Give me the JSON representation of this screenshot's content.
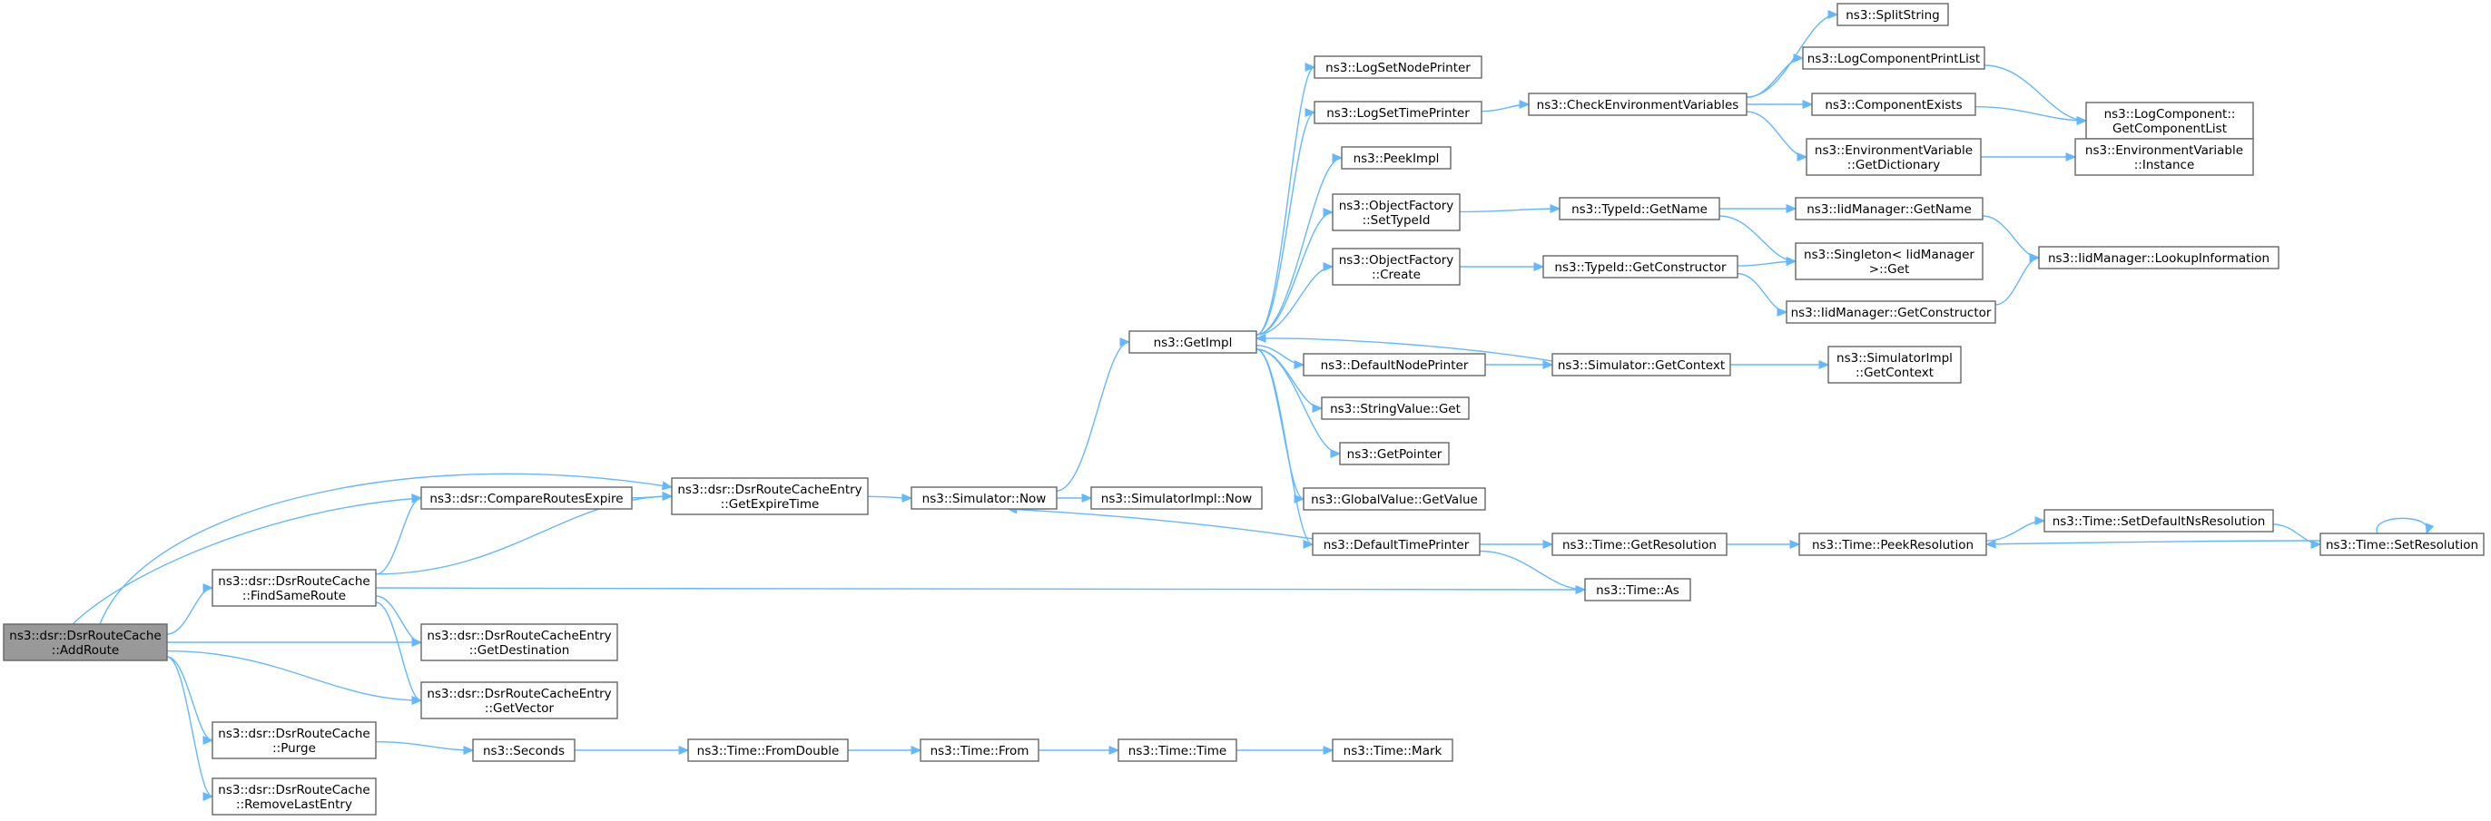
{
  "nodes": {
    "addroute": {
      "lines": [
        "ns3::dsr::DsrRouteCache",
        "::AddRoute"
      ],
      "root": true
    },
    "findsame": {
      "lines": [
        "ns3::dsr::DsrRouteCache",
        "::FindSameRoute"
      ]
    },
    "purge": {
      "lines": [
        "ns3::dsr::DsrRouteCache",
        "::Purge"
      ]
    },
    "removelast": {
      "lines": [
        "ns3::dsr::DsrRouteCache",
        "::RemoveLastEntry"
      ]
    },
    "compareexp": {
      "lines": [
        "ns3::dsr::CompareRoutesExpire"
      ]
    },
    "getexpire": {
      "lines": [
        "ns3::dsr::DsrRouteCacheEntry",
        "::GetExpireTime"
      ]
    },
    "getdest": {
      "lines": [
        "ns3::dsr::DsrRouteCacheEntry",
        "::GetDestination"
      ]
    },
    "getvector": {
      "lines": [
        "ns3::dsr::DsrRouteCacheEntry",
        "::GetVector"
      ]
    },
    "seconds": {
      "lines": [
        "ns3::Seconds"
      ]
    },
    "simnow": {
      "lines": [
        "ns3::Simulator::Now"
      ]
    },
    "simimplnow": {
      "lines": [
        "ns3::SimulatorImpl::Now"
      ]
    },
    "fromdouble": {
      "lines": [
        "ns3::Time::FromDouble"
      ]
    },
    "timefrom": {
      "lines": [
        "ns3::Time::From"
      ]
    },
    "timetime": {
      "lines": [
        "ns3::Time::Time"
      ]
    },
    "timemark": {
      "lines": [
        "ns3::Time::Mark"
      ]
    },
    "getimpl": {
      "lines": [
        "ns3::GetImpl"
      ]
    },
    "lognodeprinter": {
      "lines": [
        "ns3::LogSetNodePrinter"
      ]
    },
    "logtimeprinter": {
      "lines": [
        "ns3::LogSetTimePrinter"
      ]
    },
    "peekimpl": {
      "lines": [
        "ns3::PeekImpl"
      ]
    },
    "ofsettypeid": {
      "lines": [
        "ns3::ObjectFactory",
        "::SetTypeId"
      ]
    },
    "ofcreate": {
      "lines": [
        "ns3::ObjectFactory",
        "::Create"
      ]
    },
    "defnodeprinter": {
      "lines": [
        "ns3::DefaultNodePrinter"
      ]
    },
    "strvalget": {
      "lines": [
        "ns3::StringValue::Get"
      ]
    },
    "getpointer": {
      "lines": [
        "ns3::GetPointer"
      ]
    },
    "gvgetvalue": {
      "lines": [
        "ns3::GlobalValue::GetValue"
      ]
    },
    "deftimeprinter": {
      "lines": [
        "ns3::DefaultTimePrinter"
      ]
    },
    "checkenv": {
      "lines": [
        "ns3::CheckEnvironmentVariables"
      ]
    },
    "splitstring": {
      "lines": [
        "ns3::SplitString"
      ]
    },
    "logcompprint": {
      "lines": [
        "ns3::LogComponentPrintList"
      ]
    },
    "compexists": {
      "lines": [
        "ns3::ComponentExists"
      ]
    },
    "envvardict": {
      "lines": [
        "ns3::EnvironmentVariable",
        "::GetDictionary"
      ]
    },
    "logcomplist": {
      "lines": [
        "ns3::LogComponent::",
        "GetComponentList"
      ]
    },
    "envvarinst": {
      "lines": [
        "ns3::EnvironmentVariable",
        "::Instance"
      ]
    },
    "typeidgetname": {
      "lines": [
        "ns3::TypeId::GetName"
      ]
    },
    "typeidgetctor": {
      "lines": [
        "ns3::TypeId::GetConstructor"
      ]
    },
    "simgetctx": {
      "lines": [
        "ns3::Simulator::GetContext"
      ]
    },
    "timegetres": {
      "lines": [
        "ns3::Time::GetResolution"
      ]
    },
    "timeas": {
      "lines": [
        "ns3::Time::As"
      ]
    },
    "iidgetname": {
      "lines": [
        "ns3::IidManager::GetName"
      ]
    },
    "singletonget": {
      "lines": [
        "ns3::Singleton< IidManager",
        ">::Get"
      ]
    },
    "iidgetctor": {
      "lines": [
        "ns3::IidManager::GetConstructor"
      ]
    },
    "iidlookup": {
      "lines": [
        "ns3::IidManager::LookupInformation"
      ]
    },
    "simimplctx": {
      "lines": [
        "ns3::SimulatorImpl",
        "::GetContext"
      ]
    },
    "timepeekres": {
      "lines": [
        "ns3::Time::PeekResolution"
      ]
    },
    "timesetdefns": {
      "lines": [
        "ns3::Time::SetDefaultNsResolution"
      ]
    },
    "timesetres": {
      "lines": [
        "ns3::Time::SetResolution"
      ]
    }
  },
  "edges": [
    [
      "addroute",
      "findsame"
    ],
    [
      "addroute",
      "purge"
    ],
    [
      "addroute",
      "removelast"
    ],
    [
      "addroute",
      "compareexp"
    ],
    [
      "addroute",
      "getexpire"
    ],
    [
      "addroute",
      "getdest"
    ],
    [
      "addroute",
      "getvector"
    ],
    [
      "findsame",
      "compareexp"
    ],
    [
      "findsame",
      "getexpire"
    ],
    [
      "findsame",
      "getdest"
    ],
    [
      "findsame",
      "getvector"
    ],
    [
      "findsame",
      "timeas"
    ],
    [
      "compareexp",
      "getexpire"
    ],
    [
      "getexpire",
      "simnow"
    ],
    [
      "purge",
      "seconds"
    ],
    [
      "seconds",
      "fromdouble"
    ],
    [
      "fromdouble",
      "timefrom"
    ],
    [
      "timefrom",
      "timetime"
    ],
    [
      "timetime",
      "timemark"
    ],
    [
      "simnow",
      "getimpl"
    ],
    [
      "simnow",
      "simimplnow"
    ],
    [
      "getimpl",
      "lognodeprinter"
    ],
    [
      "getimpl",
      "logtimeprinter"
    ],
    [
      "getimpl",
      "peekimpl"
    ],
    [
      "getimpl",
      "ofsettypeid"
    ],
    [
      "getimpl",
      "ofcreate"
    ],
    [
      "getimpl",
      "defnodeprinter"
    ],
    [
      "getimpl",
      "strvalget"
    ],
    [
      "getimpl",
      "getpointer"
    ],
    [
      "getimpl",
      "gvgetvalue"
    ],
    [
      "getimpl",
      "deftimeprinter"
    ],
    [
      "deftimeprinter",
      "simnow"
    ],
    [
      "deftimeprinter",
      "timegetres"
    ],
    [
      "deftimeprinter",
      "timeas"
    ],
    [
      "logtimeprinter",
      "checkenv"
    ],
    [
      "checkenv",
      "splitstring"
    ],
    [
      "checkenv",
      "logcompprint"
    ],
    [
      "checkenv",
      "compexists"
    ],
    [
      "checkenv",
      "envvardict"
    ],
    [
      "logcompprint",
      "logcomplist"
    ],
    [
      "compexists",
      "logcomplist"
    ],
    [
      "envvardict",
      "envvarinst"
    ],
    [
      "ofsettypeid",
      "typeidgetname"
    ],
    [
      "ofcreate",
      "typeidgetctor"
    ],
    [
      "typeidgetname",
      "iidgetname"
    ],
    [
      "typeidgetname",
      "singletonget"
    ],
    [
      "typeidgetctor",
      "singletonget"
    ],
    [
      "typeidgetctor",
      "iidgetctor"
    ],
    [
      "iidgetname",
      "iidlookup"
    ],
    [
      "iidgetctor",
      "iidlookup"
    ],
    [
      "defnodeprinter",
      "simgetctx"
    ],
    [
      "simgetctx",
      "getimpl"
    ],
    [
      "simgetctx",
      "simimplctx"
    ],
    [
      "timegetres",
      "timepeekres"
    ],
    [
      "timepeekres",
      "timesetdefns"
    ],
    [
      "timesetdefns",
      "timesetres"
    ],
    [
      "timesetres",
      "timepeekres"
    ],
    [
      "timesetres",
      "timesetres"
    ]
  ]
}
